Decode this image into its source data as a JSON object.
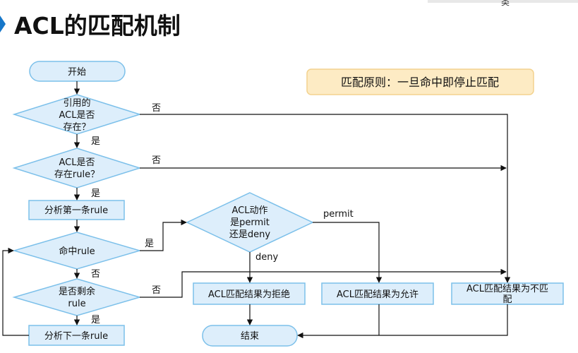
{
  "title": "ACL的匹配机制",
  "top_right_fragment": "类",
  "principle": "匹配原则：一旦命中即停止匹配",
  "nodes": {
    "start": "开始",
    "d1": [
      "引用的",
      "ACL是否",
      "存在？"
    ],
    "d2": [
      "ACL是否",
      "存在rule？"
    ],
    "analyze_first": "分析第一条rule",
    "hit": "命中rule",
    "remaining": [
      "是否剩余",
      "rule"
    ],
    "analyze_next": "分析下一条rule",
    "action": [
      "ACL动作",
      "是permit",
      "还是deny"
    ],
    "deny_result": "ACL匹配结果为拒绝",
    "permit_result": "ACL匹配结果为允许",
    "nomatch_result": [
      "ACL匹配结果为不匹",
      "配"
    ],
    "end": "结束"
  },
  "edge_labels": {
    "no1": "否",
    "yes1": "是",
    "no2": "否",
    "yes2": "是",
    "yes_hit": "是",
    "no_hit": "否",
    "no_remaining": "否",
    "yes_remaining": "是",
    "permit": "permit",
    "deny": "deny"
  },
  "colors": {
    "node_fill": "#ddeefb",
    "node_stroke": "#7cc0ea",
    "principle_fill": "#fdebc4",
    "principle_stroke": "#f3d28e",
    "line": "#111111",
    "accent": "#1677c9"
  }
}
